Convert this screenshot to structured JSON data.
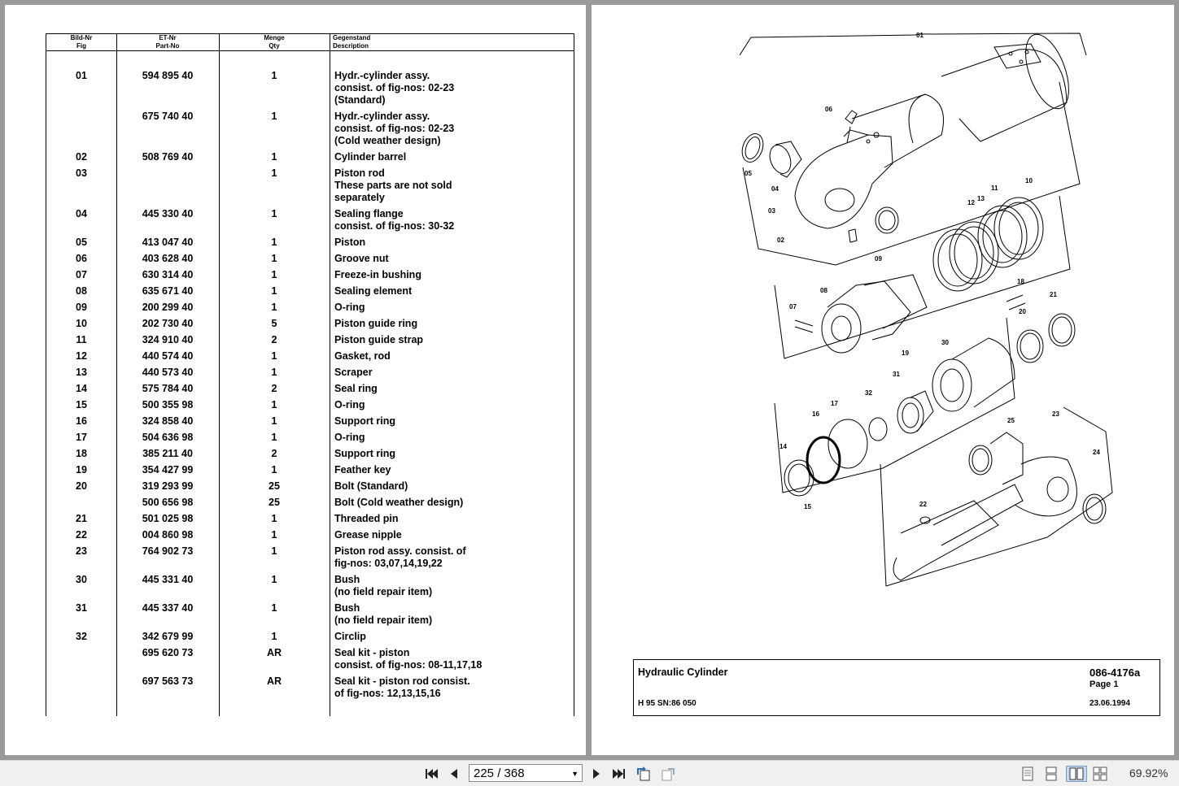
{
  "parts_table": {
    "headers": {
      "fig_de": "Bild-Nr",
      "fig_en": "Fig",
      "part_de": "ET-Nr",
      "part_en": "Part-No",
      "qty_de": "Menge",
      "qty_en": "Qty",
      "desc_de": "Gegenstand",
      "desc_en": "Description"
    },
    "rows": [
      {
        "fig": "01",
        "part": "594 895 40",
        "qty": "1",
        "desc": "Hydr.-cylinder assy.\nconsist. of fig-nos: 02-23\n(Standard)"
      },
      {
        "fig": "",
        "part": "675 740 40",
        "qty": "1",
        "desc": "Hydr.-cylinder assy.\nconsist. of fig-nos: 02-23\n(Cold weather design)"
      },
      {
        "fig": "02",
        "part": "508 769 40",
        "qty": "1",
        "desc": "Cylinder barrel"
      },
      {
        "fig": "03",
        "part": "",
        "qty": "1",
        "desc": "Piston rod\nThese parts are not sold\nseparately"
      },
      {
        "fig": "04",
        "part": "445 330 40",
        "qty": "1",
        "desc": "Sealing flange\nconsist. of fig-nos: 30-32"
      },
      {
        "fig": "05",
        "part": "413 047 40",
        "qty": "1",
        "desc": "Piston"
      },
      {
        "fig": "06",
        "part": "403 628 40",
        "qty": "1",
        "desc": "Groove nut"
      },
      {
        "fig": "07",
        "part": "630 314 40",
        "qty": "1",
        "desc": "Freeze-in bushing"
      },
      {
        "fig": "08",
        "part": "635 671 40",
        "qty": "1",
        "desc": "Sealing element"
      },
      {
        "fig": "09",
        "part": "200 299 40",
        "qty": "1",
        "desc": "O-ring"
      },
      {
        "fig": "10",
        "part": "202 730 40",
        "qty": "5",
        "desc": "Piston guide ring"
      },
      {
        "fig": "11",
        "part": "324 910 40",
        "qty": "2",
        "desc": "Piston guide strap"
      },
      {
        "fig": "12",
        "part": "440 574 40",
        "qty": "1",
        "desc": "Gasket, rod"
      },
      {
        "fig": "13",
        "part": "440 573 40",
        "qty": "1",
        "desc": "Scraper"
      },
      {
        "fig": "14",
        "part": "575 784 40",
        "qty": "2",
        "desc": "Seal ring"
      },
      {
        "fig": "15",
        "part": "500 355 98",
        "qty": "1",
        "desc": "O-ring"
      },
      {
        "fig": "16",
        "part": "324 858 40",
        "qty": "1",
        "desc": "Support ring"
      },
      {
        "fig": "17",
        "part": "504 636 98",
        "qty": "1",
        "desc": "O-ring"
      },
      {
        "fig": "18",
        "part": "385 211 40",
        "qty": "2",
        "desc": "Support ring"
      },
      {
        "fig": "19",
        "part": "354 427 99",
        "qty": "1",
        "desc": "Feather key"
      },
      {
        "fig": "20",
        "part": "319 293 99",
        "qty": "25",
        "desc": "Bolt (Standard)"
      },
      {
        "fig": "",
        "part": "500 656 98",
        "qty": "25",
        "desc": "Bolt (Cold weather design)"
      },
      {
        "fig": "21",
        "part": "501 025 98",
        "qty": "1",
        "desc": "Threaded pin"
      },
      {
        "fig": "22",
        "part": "004 860 98",
        "qty": "1",
        "desc": "Grease nipple"
      },
      {
        "fig": "23",
        "part": "764 902 73",
        "qty": "1",
        "desc": "Piston rod assy. consist. of\nfig-nos: 03,07,14,19,22"
      },
      {
        "fig": "30",
        "part": "445 331 40",
        "qty": "1",
        "desc": "Bush\n(no field repair item)"
      },
      {
        "fig": "31",
        "part": "445 337 40",
        "qty": "1",
        "desc": "Bush\n(no field repair item)"
      },
      {
        "fig": "32",
        "part": "342 679 99",
        "qty": "1",
        "desc": "Circlip"
      },
      {
        "fig": "",
        "part": "695 620 73",
        "qty": "AR",
        "desc": "Seal kit - piston\nconsist. of fig-nos: 08-11,17,18"
      },
      {
        "fig": "",
        "part": "697 563 73",
        "qty": "AR",
        "desc": "Seal kit - piston rod consist.\nof fig-nos: 12,13,15,16"
      }
    ]
  },
  "title_block": {
    "title": "Hydraulic Cylinder",
    "model": "H 95 SN:86 050",
    "drawing_no": "086-4176a",
    "page": "Page 1",
    "date": "23.06.1994"
  },
  "diagram_labels": [
    "01",
    "02",
    "03",
    "04",
    "05",
    "06",
    "07",
    "08",
    "09",
    "10",
    "11",
    "12",
    "13",
    "14",
    "15",
    "16",
    "17",
    "18",
    "19",
    "20",
    "21",
    "22",
    "23",
    "24",
    "25",
    "30",
    "31",
    "32"
  ],
  "viewer": {
    "current_page": "225",
    "separator": "/",
    "total_pages": "368",
    "zoom": "69.92%",
    "icons": [
      "first-page-icon",
      "previous-page-icon",
      "next-page-icon",
      "last-page-icon",
      "rotate-clockwise-icon",
      "rotate-counterclockwise-icon",
      "single-page-icon",
      "continuous-icon",
      "facing-pages-icon",
      "continuous-facing-icon"
    ]
  }
}
